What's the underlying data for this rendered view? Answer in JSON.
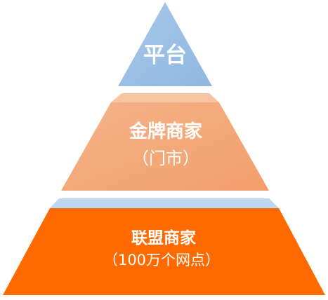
{
  "tiers": [
    {
      "title": "平台",
      "subtitle": ""
    },
    {
      "title": "金牌商家",
      "subtitle": "（门市）"
    },
    {
      "title": "联盟商家",
      "subtitle": "（100万个网点）"
    }
  ],
  "colors": {
    "tier_top": "#8fb7e0",
    "tier_top_light": "#a9c8ea",
    "tier_middle": "#f29e6a",
    "tier_middle_light": "#f5b48a",
    "tier_bottom": "#ff6a00",
    "ledge": "#bdd8f0",
    "text": "#ffffff"
  }
}
